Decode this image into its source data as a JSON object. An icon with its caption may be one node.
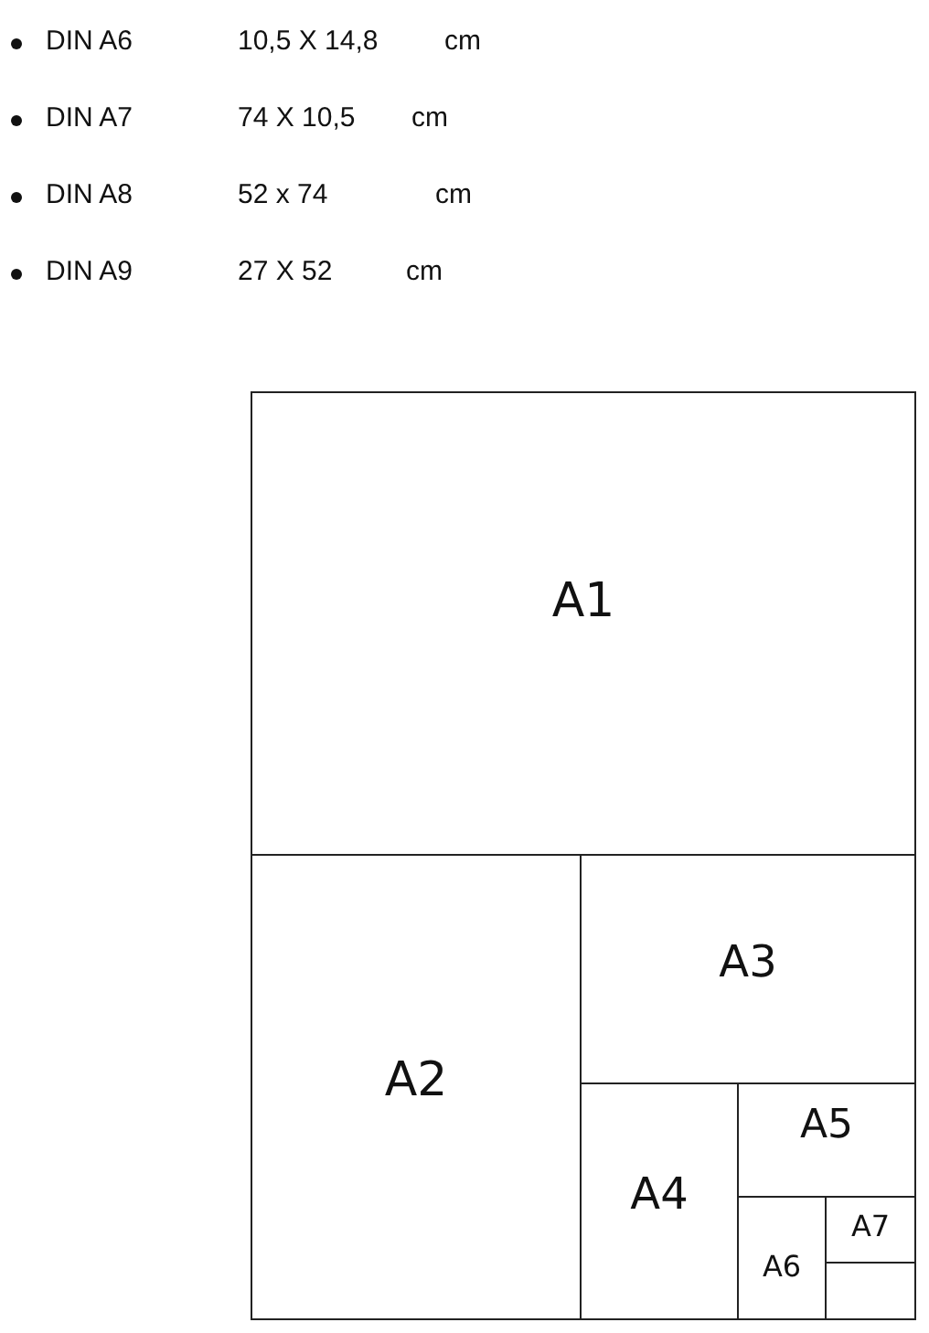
{
  "diagram": {
    "nodes": [
      {
        "text": [
          "A1"
        ]
      },
      {
        "text": [
          "A2"
        ]
      },
      {
        "text": [
          "A3"
        ]
      },
      {
        "text": [
          "A4"
        ]
      },
      {
        "text": [
          "A5"
        ]
      },
      {
        "text": [
          "A6"
        ]
      },
      {
        "text": [
          "A7"
        ]
      },
      {
        "text": [],
        "shape": "box"
      }
    ],
    "edges": [],
    "labels": [
      "DIN A6",
      "10,5 X 14,8",
      "cm",
      "DIN A7",
      "74 X 10,5",
      "cm",
      "DIN A8",
      "52 x 74",
      "cm",
      "DIN A9",
      "27 X 52",
      "cm"
    ]
  }
}
